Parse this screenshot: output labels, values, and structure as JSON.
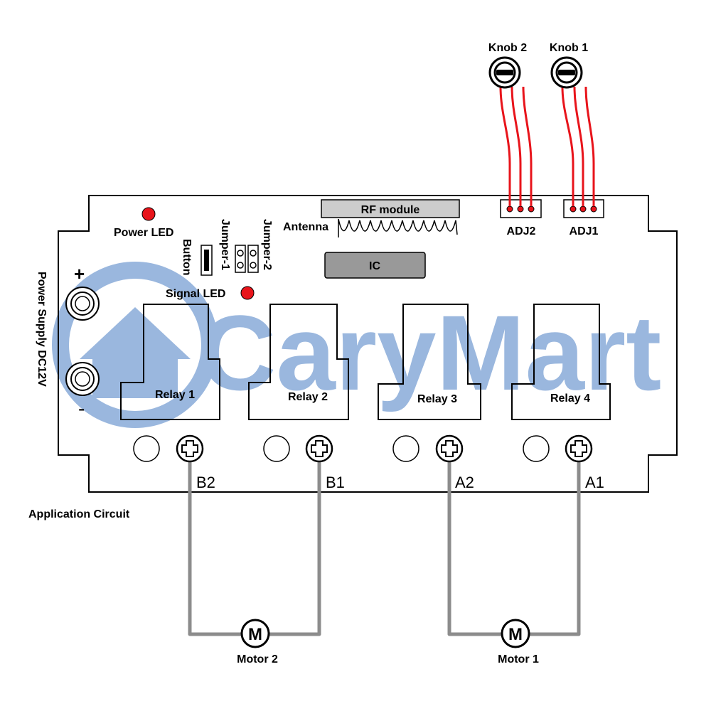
{
  "watermark": {
    "text": "CaryMart",
    "color": "#9ab7de"
  },
  "board": {
    "power_led": "Power LED",
    "signal_led": "Signal LED",
    "button": "Button",
    "jumper1": "Jumper-1",
    "jumper2": "Jumper-2",
    "antenna": "Antenna",
    "rf_module": "RF module",
    "ic": "IC",
    "adj2": "ADJ2",
    "adj1": "ADJ1",
    "power_supply": "Power Supply DC12V",
    "plus": "+",
    "minus": "-",
    "relays": [
      "Relay 1",
      "Relay 2",
      "Relay 3",
      "Relay 4"
    ],
    "terminals": [
      "B2",
      "B1",
      "A2",
      "A1"
    ]
  },
  "knobs": {
    "knob2": "Knob 2",
    "knob1": "Knob 1"
  },
  "caption": "Application Circuit",
  "motors": {
    "symbol": "M",
    "motor2": "Motor 2",
    "motor1": "Motor 1"
  },
  "colors": {
    "led": "#e8141b",
    "wire_red": "#e8141b",
    "wire_gray": "#8c8c8c",
    "module_fill": "#cccccc",
    "ic_fill": "#999999"
  }
}
